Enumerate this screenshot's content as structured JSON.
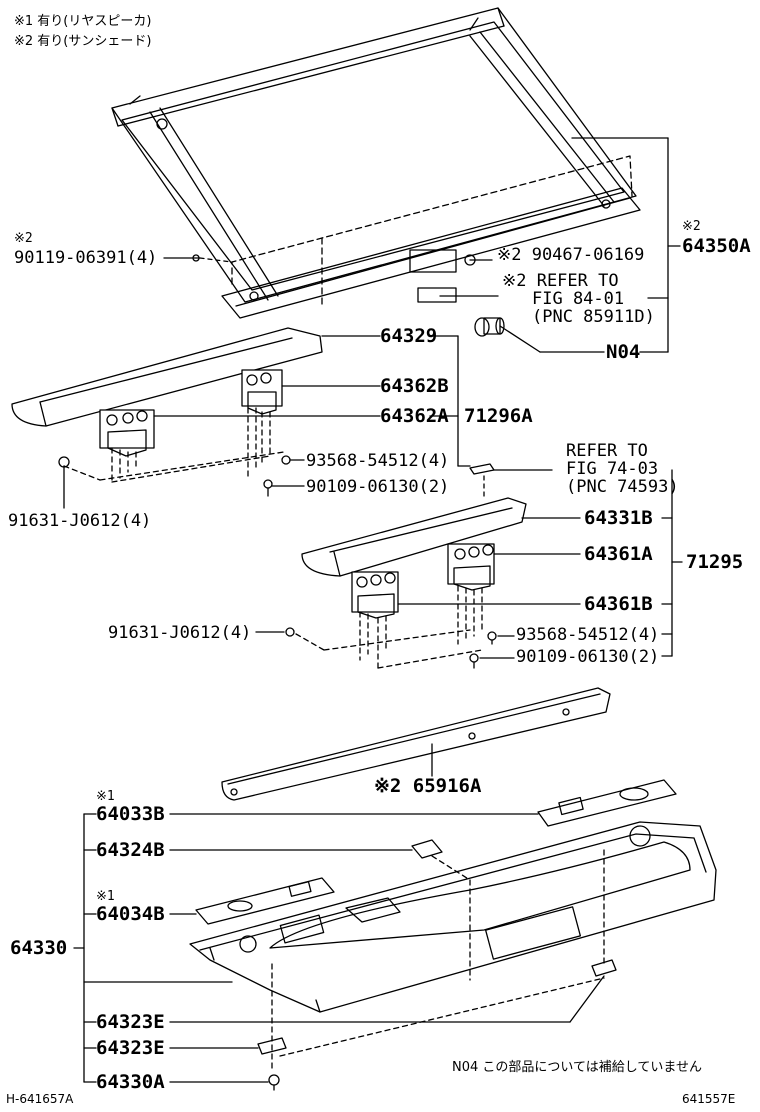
{
  "notes": {
    "n1": "※1 有り(リヤスピーカ)",
    "n2": "※2 有り(サンシェード)"
  },
  "labels": {
    "p64350A_mark": "※2",
    "p64350A": "64350A",
    "p90119_mark": "※2",
    "p90119": "90119-06391(4)",
    "p90467": "※2 90467-06169",
    "refer1_l1": "※2 REFER TO",
    "refer1_l2": "FIG 84-01",
    "refer1_l3": "(PNC 85911D)",
    "n04": "N04",
    "p64329": "64329",
    "p64362B": "64362B",
    "p64362A": "64362A",
    "p71296A": "71296A",
    "p93568a": "93568-54512(4)",
    "p90109a": "90109-06130(2)",
    "p91631a": "91631-J0612(4)",
    "refer2_l1": "REFER TO",
    "refer2_l2": "FIG 74-03",
    "refer2_l3": "(PNC 74593)",
    "p64331B": "64331B",
    "p64361A": "64361A",
    "p71295": "71295",
    "p64361B": "64361B",
    "p91631b": "91631-J0612(4)",
    "p93568b": "93568-54512(4)",
    "p90109b": "90109-06130(2)",
    "p65916A": "※2 65916A",
    "p64033B_mark": "※1",
    "p64033B": "64033B",
    "p64324B": "64324B",
    "p64034B_mark": "※1",
    "p64034B": "64034B",
    "p64330": "64330",
    "p64323E_1": "64323E",
    "p64323E_2": "64323E",
    "p64330A": "64330A"
  },
  "footer": {
    "n04_note": "N04  この部品については補給していません",
    "left_code": "H-641657A",
    "right_code": "641557E"
  }
}
